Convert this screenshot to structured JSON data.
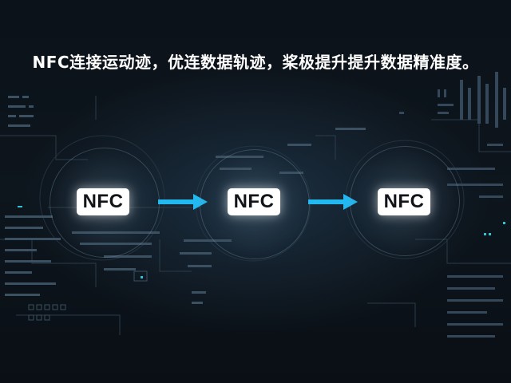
{
  "headline": "NFC连接运动迹，优连数据轨迹，桨极提升提升数据精准度。",
  "flow": {
    "nodes": [
      {
        "label": "NFC"
      },
      {
        "label": "NFC"
      },
      {
        "label": "NFC"
      }
    ],
    "arrow_color": "#22b8f0"
  },
  "colors": {
    "background": "#0b1118",
    "node_fill": "#ffffff",
    "node_text": "#111418",
    "accent": "#22b8f0",
    "deco": "#3d5364"
  },
  "icons": {
    "arrow": "right-arrow-icon"
  }
}
